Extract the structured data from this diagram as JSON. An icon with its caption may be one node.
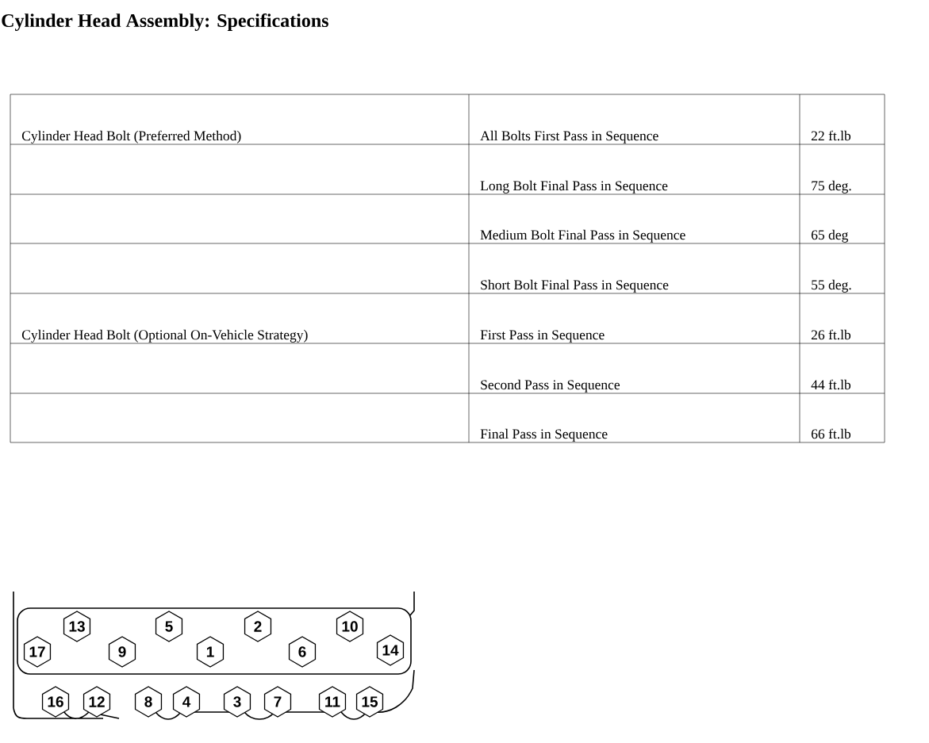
{
  "diagram": {
    "title": "Cylinder Head Assembly: Specifications",
    "nodes": [
      {
        "text": [
          "13"
        ]
      },
      {
        "text": [
          "5"
        ]
      },
      {
        "text": [
          "2"
        ]
      },
      {
        "text": [
          "10"
        ]
      },
      {
        "text": [
          "17"
        ]
      },
      {
        "text": [
          "9"
        ]
      },
      {
        "text": [
          "1"
        ]
      },
      {
        "text": [
          "6"
        ]
      },
      {
        "text": [
          "14"
        ]
      },
      {
        "text": [
          "16"
        ]
      },
      {
        "text": [
          "12"
        ]
      },
      {
        "text": [
          "8"
        ]
      },
      {
        "text": [
          "4"
        ]
      },
      {
        "text": [
          "3"
        ]
      },
      {
        "text": [
          "7"
        ]
      },
      {
        "text": [
          "11"
        ]
      },
      {
        "text": [
          "15"
        ]
      }
    ],
    "labels": [
      "Cylinder Head Bolt (Preferred Method)",
      "All Bolts First Pass in Sequence",
      "22 ft.lb",
      "Long Bolt Final Pass in Sequence",
      "75 deg.",
      "Medium Bolt Final Pass in Sequence",
      "65 deg",
      "Short Bolt Final Pass in Sequence",
      "55 deg.",
      "Cylinder Head Bolt (Optional On-Vehicle Strategy)",
      "First Pass in Sequence",
      "26 ft.lb",
      "Second Pass in Sequence",
      "44 ft.lb",
      "Final Pass in Sequence",
      "66 ft.lb"
    ]
  }
}
